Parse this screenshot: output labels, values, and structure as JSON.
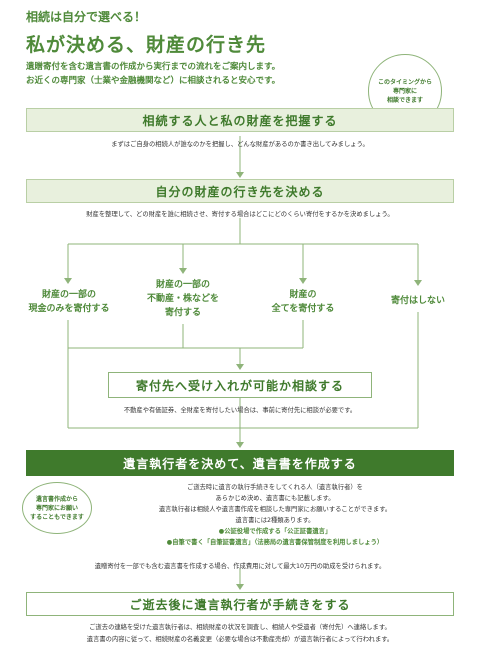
{
  "header": {
    "kicker": "相続は自分で選べる！",
    "title": "私が決める、財産の行き先",
    "intro_line1": "遺贈寄付を含む遺言書の作成から実行までの流れをご案内します。",
    "intro_line2": "お近くの専門家（士業や金融機関など）に相談されると安心です。"
  },
  "bubble_top": {
    "line1": "このタイミングから",
    "line2": "専門家に",
    "line3": "相談できます"
  },
  "step1": {
    "title": "相続する人と私の財産を把握する",
    "desc": "まずはご自身の相続人が誰なのかを把握し、どんな財産があるのか書き出してみましょう。"
  },
  "step2": {
    "title": "自分の財産の行き先を決める",
    "desc": "財産を整理して、どの財産を誰に相続させ、寄付する場合はどこにどのくらい寄付をするかを決めましょう。"
  },
  "options": [
    {
      "line1": "財産の一部の",
      "line2": "現金のみを寄付する",
      "line3": ""
    },
    {
      "line1": "財産の一部の",
      "line2": "不動産・株などを",
      "line3": "寄付する"
    },
    {
      "line1": "財産の",
      "line2": "全てを寄付する",
      "line3": ""
    },
    {
      "line1": "寄付はしない",
      "line2": "",
      "line3": ""
    }
  ],
  "step3": {
    "title": "寄付先へ受け入れが可能か相談する",
    "desc": "不動産や有価証券、全財産を寄付したい場合は、事前に寄付先に相談が必要です。"
  },
  "step4": {
    "title": "遺言執行者を決めて、遺言書を作成する",
    "lines": [
      "ご逝去時に遺言の執行手続きをしてくれる人（遺言執行者）を",
      "あらかじめ決め、遺言書にも記載します。",
      "遺言執行者は相続人や遺言書作成を相談した専門家にお願いすることができます。",
      "遺言書には2種類あります。",
      "●公証役場で作成する「公正証書遺言」",
      "●自筆で書く「自筆証書遺言」（法務局の遺言書保管制度を利用しましょう）",
      "遺贈寄付を一部でも含む遺言書を作成する場合、作成費用に対して最大10万円の助成を受けられます。"
    ]
  },
  "bubble_left": {
    "line1": "遺言書作成から",
    "line2": "専門家にお願い",
    "line3": "することもできます"
  },
  "step5": {
    "title": "ご逝去後に遺言執行者が手続きをする",
    "line1": "ご逝去の連絡を受けた遺言執行者は、相続財産の状況を調査し、相続人や受遺者（寄付先）へ連絡します。",
    "line2": "遺言書の内容に従って、相続財産の名義変更（必要な場合は不動産売却）が遺言執行者によって行われます。"
  },
  "colors": {
    "accent": "#4f8a3a",
    "step_bg": "#e8f0dd",
    "dark": "#3f7a2c"
  }
}
